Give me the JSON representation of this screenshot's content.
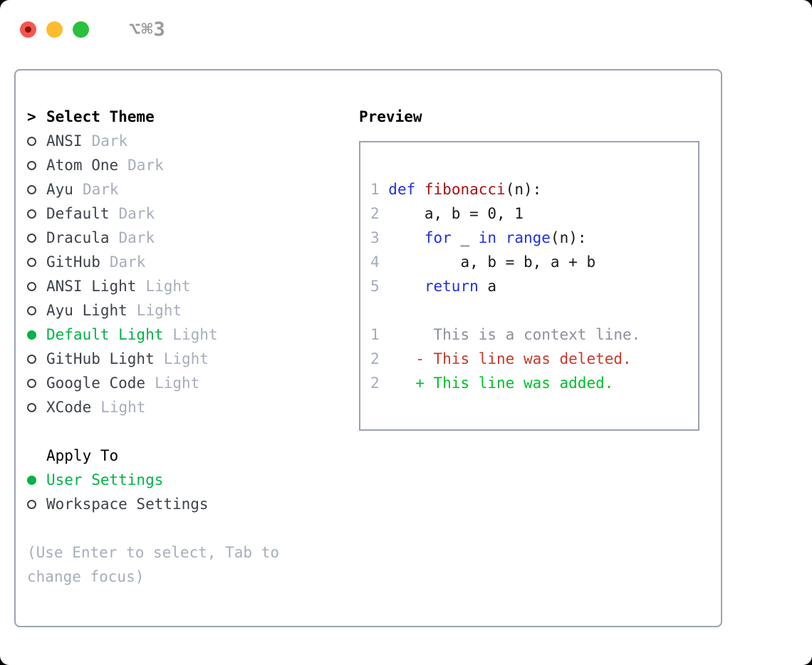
{
  "window": {
    "shortcut_label": "⌥⌘3"
  },
  "colors": {
    "window_bg": "#ffffff",
    "outside": "#000000",
    "border": "#9ba3b2",
    "item_text": "#3d424b",
    "variant": "#a7aebb",
    "selected_green": "#00b345",
    "header": "#000000",
    "help": "#a7aebb",
    "shortcut": "#9a9a9a",
    "traffic_red": "#f4574e",
    "traffic_red_dot": "#8c130b",
    "traffic_yellow": "#fdbc2e",
    "traffic_green": "#2ac03e",
    "lineno": "#a3abbd",
    "code_plain": "#1a1a1a",
    "keyword": "#2130e0",
    "function_name": "#a81414",
    "diff_context": "#8b919c",
    "diff_deleted": "#c63a2a",
    "diff_added": "#00bf2a"
  },
  "theme_panel": {
    "header": {
      "prompt": ">",
      "label": "Select Theme"
    },
    "themes": [
      {
        "name": "ANSI",
        "variant": "Dark",
        "selected": false
      },
      {
        "name": "Atom One",
        "variant": "Dark",
        "selected": false
      },
      {
        "name": "Ayu",
        "variant": "Dark",
        "selected": false
      },
      {
        "name": "Default",
        "variant": "Dark",
        "selected": false
      },
      {
        "name": "Dracula",
        "variant": "Dark",
        "selected": false
      },
      {
        "name": "GitHub",
        "variant": "Dark",
        "selected": false
      },
      {
        "name": "ANSI Light",
        "variant": "Light",
        "selected": false
      },
      {
        "name": "Ayu Light",
        "variant": "Light",
        "selected": false
      },
      {
        "name": "Default Light",
        "variant": "Light",
        "selected": true
      },
      {
        "name": "GitHub Light",
        "variant": "Light",
        "selected": false
      },
      {
        "name": "Google Code",
        "variant": "Light",
        "selected": false
      },
      {
        "name": "XCode",
        "variant": "Light",
        "selected": false
      }
    ],
    "apply_to": {
      "label": "Apply To",
      "options": [
        {
          "name": "User Settings",
          "selected": true
        },
        {
          "name": "Workspace Settings",
          "selected": false
        }
      ]
    },
    "help_text": "(Use Enter to select, Tab to change focus)"
  },
  "preview": {
    "title": "Preview",
    "code_lines": [
      {
        "num": "1",
        "tokens": [
          [
            "keyword",
            "def"
          ],
          [
            "plain",
            " "
          ],
          [
            "function",
            "fibonacci"
          ],
          [
            "plain",
            "(n):"
          ]
        ]
      },
      {
        "num": "2",
        "tokens": [
          [
            "plain",
            "    a, b = 0, 1"
          ]
        ]
      },
      {
        "num": "3",
        "tokens": [
          [
            "plain",
            "    "
          ],
          [
            "keyword",
            "for"
          ],
          [
            "plain",
            " _ "
          ],
          [
            "keyword",
            "in"
          ],
          [
            "plain",
            " "
          ],
          [
            "keyword",
            "range"
          ],
          [
            "plain",
            "(n):"
          ]
        ]
      },
      {
        "num": "4",
        "tokens": [
          [
            "plain",
            "        a, b = b, a + b"
          ]
        ]
      },
      {
        "num": "5",
        "tokens": [
          [
            "plain",
            "    "
          ],
          [
            "keyword",
            "return"
          ],
          [
            "plain",
            " a"
          ]
        ]
      }
    ],
    "diff_lines": [
      {
        "num": "1",
        "kind": "context",
        "text": "     This is a context line."
      },
      {
        "num": "2",
        "kind": "deleted",
        "text": "   - This line was deleted."
      },
      {
        "num": "2",
        "kind": "added",
        "text": "   + This line was added."
      }
    ]
  }
}
